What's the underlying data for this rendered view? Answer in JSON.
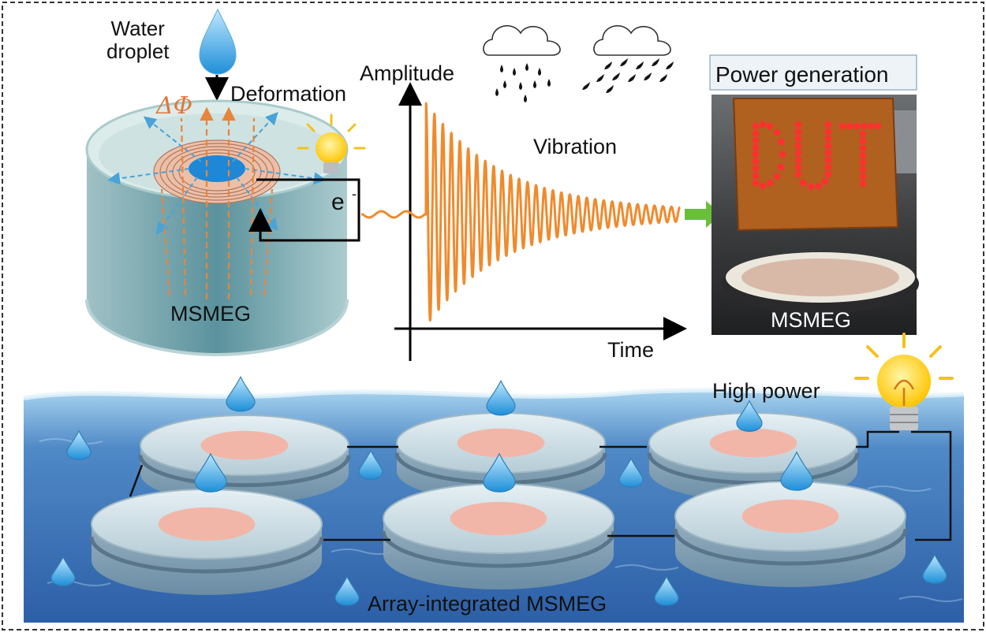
{
  "labels": {
    "water_droplet_line1": "Water",
    "water_droplet_line2": "droplet",
    "deformation": "Deformation",
    "delta_phi": "ΔΦ",
    "electron": "e",
    "electron_superscript": "-",
    "msmeg_device": "MSMEG",
    "amplitude": "Amplitude",
    "vibration": "Vibration",
    "time": "Time",
    "power_generation": "Power generation",
    "dut": "DUT",
    "msmeg_photo": "MSMEG",
    "high_power": "High power",
    "array_integrated": "Array-integrated MSMEG"
  },
  "colors": {
    "waveform": "#f08a2c",
    "flux_arrows": "#e7853d",
    "radial_arrows": "#4aa3d6",
    "droplet": "#4fb4e8",
    "coil": "#e9a98e",
    "magnet": "#1e88d6",
    "water": "#3a72b8",
    "led": "#ff2a2a",
    "arrow_green": "#6abf3a",
    "bulb": "#ffd21f",
    "bulb_rays": "#f3c21b"
  },
  "icons": [
    "water-droplet-icon",
    "down-arrow-icon",
    "light-bulb-icon",
    "light-rain-cloud-icon",
    "heavy-rain-cloud-icon",
    "green-arrow-icon"
  ]
}
